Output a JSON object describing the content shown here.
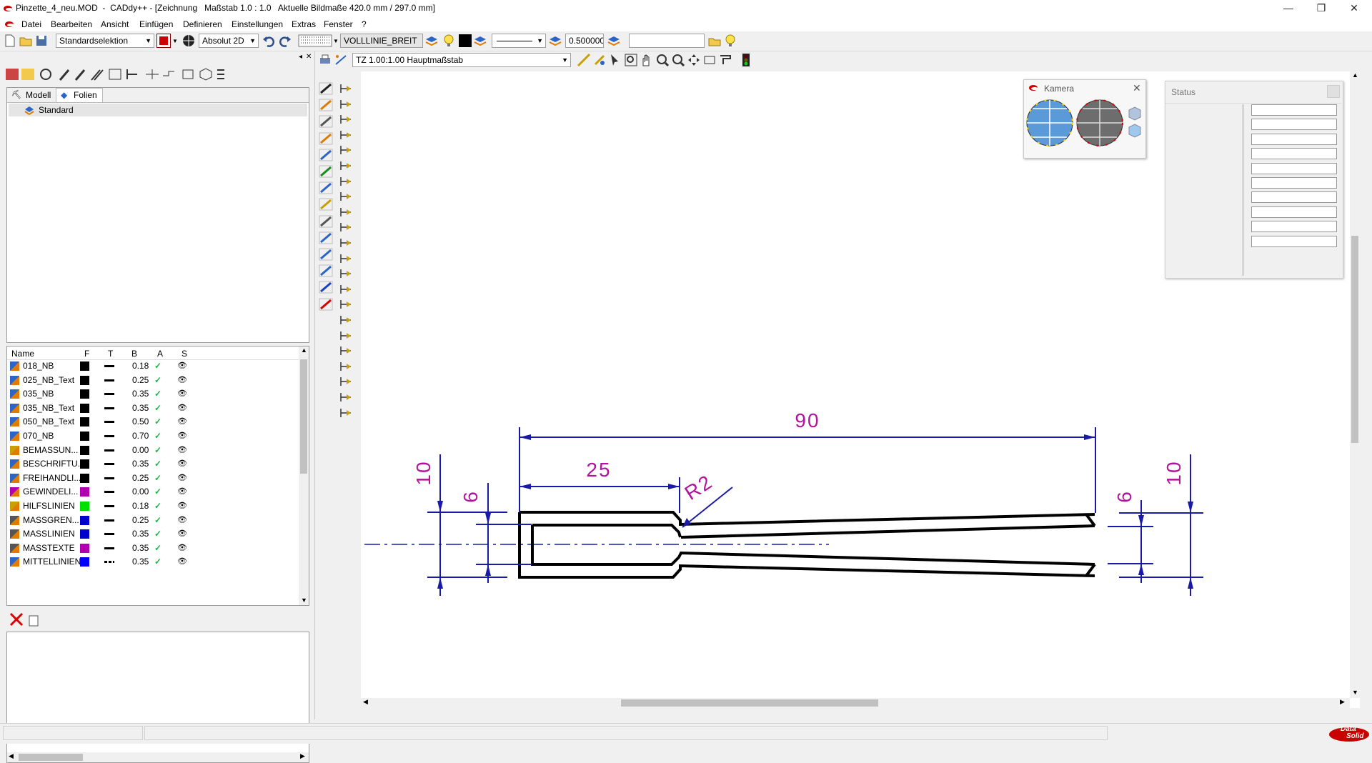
{
  "window": {
    "title": "Pinzette_4_neu.MOD  -  CADdy++ - [Zeichnung   Maßstab 1.0 : 1.0   Aktuelle Bildmaße 420.0 mm / 297.0 mm]",
    "minimize": "—",
    "restore": "❐",
    "close": "✕"
  },
  "menu": [
    "Datei",
    "Bearbeiten",
    "Ansicht",
    "Einfügen",
    "Definieren",
    "Einstellungen",
    "Extras",
    "Fenster",
    "?"
  ],
  "toolbar": {
    "selection_mode": "Standardselektion",
    "coord_mode": "Absolut 2D",
    "line_style_name": "VOLLLINIE_BREIT",
    "line_width": "0.500000",
    "extra_field": "",
    "color_swatch": "#000000",
    "selection_color": "#cc0000"
  },
  "toolbar2": {
    "scale_combo": "TZ 1.00:1.00 Hauptmaßstab"
  },
  "left_panel": {
    "tabs": [
      "Modell",
      "Folien"
    ],
    "active_tab": "Folien",
    "tree_root": "Standard",
    "layer_columns": [
      "Name",
      "F",
      "T",
      "B",
      "A",
      "S"
    ],
    "layers": [
      {
        "name": "018_NB",
        "color": "#000000",
        "width": "0.18",
        "style": "solid"
      },
      {
        "name": "025_NB_Text",
        "color": "#000000",
        "width": "0.25",
        "style": "solid"
      },
      {
        "name": "035_NB",
        "color": "#000000",
        "width": "0.35",
        "style": "solid"
      },
      {
        "name": "035_NB_Text",
        "color": "#000000",
        "width": "0.35",
        "style": "solid"
      },
      {
        "name": "050_NB_Text",
        "color": "#000000",
        "width": "0.50",
        "style": "solid"
      },
      {
        "name": "070_NB",
        "color": "#000000",
        "width": "0.70",
        "style": "solid"
      },
      {
        "name": "BEMASSUN...",
        "color": "#000000",
        "width": "0.00",
        "style": "solid"
      },
      {
        "name": "BESCHRIFTU...",
        "color": "#000000",
        "width": "0.35",
        "style": "solid"
      },
      {
        "name": "FREIHANDLI...",
        "color": "#000000",
        "width": "0.25",
        "style": "solid"
      },
      {
        "name": "GEWINDELI...",
        "color": "#b000b0",
        "width": "0.00",
        "style": "solid"
      },
      {
        "name": "HILFSLINIEN",
        "color": "#00e000",
        "width": "0.18",
        "style": "solid"
      },
      {
        "name": "MASSGREN...",
        "color": "#0000cc",
        "width": "0.25",
        "style": "solid"
      },
      {
        "name": "MASSLINIEN",
        "color": "#0000cc",
        "width": "0.35",
        "style": "solid"
      },
      {
        "name": "MASSTEXTE",
        "color": "#b000b0",
        "width": "0.35",
        "style": "solid"
      },
      {
        "name": "MITTELLINIEN",
        "color": "#0000ff",
        "width": "0.35",
        "style": "dash"
      }
    ]
  },
  "drawing": {
    "dim_90": "90",
    "dim_25": "25",
    "dim_r2": "R2",
    "dim_10_left": "10",
    "dim_6_left": "6",
    "dim_6_right": "6",
    "dim_10_right": "10",
    "part_color": "#000000",
    "dim_color": "#1a1aa8",
    "text_color": "#b0139e"
  },
  "camera_panel": {
    "title": "Kamera"
  },
  "status_panel": {
    "title": "Status"
  },
  "statusbar": {
    "logo_line1": "Data",
    "logo_line2": "Solid"
  }
}
